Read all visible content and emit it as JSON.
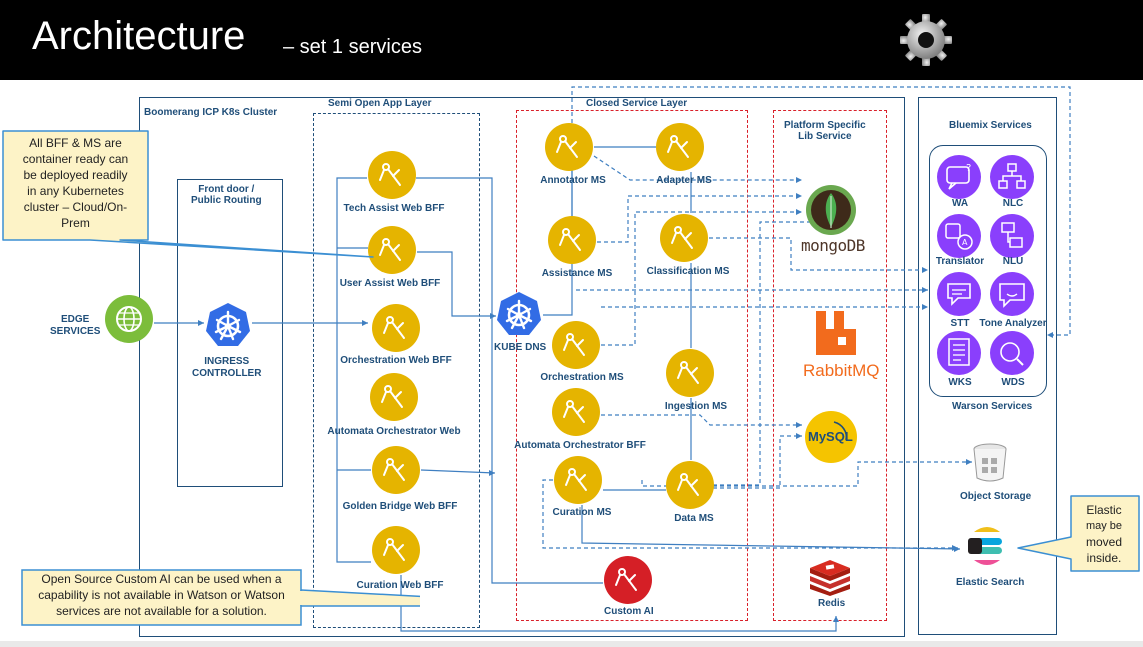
{
  "title": {
    "main": "Architecture",
    "sub": "– set 1 services"
  },
  "header_icon": "gear-icon",
  "colors": {
    "node": "#e5b400",
    "custom_ai": "#d51f26",
    "k8s": "#326ce5",
    "label": "#1f4e79",
    "callout_fill": "#fdf3c7",
    "callout_border": "#3b8fd3",
    "dashed_red": "#d9202a",
    "dashed_blue": "#1f4e79",
    "line": "#3f7fc1"
  },
  "containers": {
    "cluster": "Boomerang ICP K8s Cluster",
    "semi_open": "Semi Open App Layer",
    "closed": "Closed Service Layer",
    "platform": "Platform Specific\nLib Service",
    "front_door": "Front door /\nPublic Routing",
    "bluemix": "Bluemix Services",
    "watson": "Warson Services"
  },
  "edge": {
    "label": "EDGE\nSERVICES",
    "icon": "globe-icon"
  },
  "ingress": {
    "label": "INGRESS\nCONTROLLER",
    "icon": "kubernetes-icon"
  },
  "kube_dns": {
    "label": "KUBE DNS",
    "icon": "kubernetes-icon"
  },
  "bffs": [
    {
      "label": "Tech Assist  Web BFF"
    },
    {
      "label": "User Assist  Web BFF"
    },
    {
      "label": "Orchestration Web BFF"
    },
    {
      "label": "Automata Orchestrator Web"
    },
    {
      "label": "Golden Bridge Web BFF"
    },
    {
      "label": "Curation Web BFF"
    }
  ],
  "microservices": [
    {
      "label": "Annotator MS"
    },
    {
      "label": "Adapter MS"
    },
    {
      "label": "Assistance MS"
    },
    {
      "label": "Classification MS"
    },
    {
      "label": "Orchestration MS"
    },
    {
      "label": "Ingestion MS"
    },
    {
      "label": "Automata Orchestrator BFF"
    },
    {
      "label": "Curation MS"
    },
    {
      "label": "Data MS"
    }
  ],
  "custom_ai": {
    "label": "Custom AI"
  },
  "platform_libs": [
    {
      "label": "mongoDB",
      "icon": "mongodb-leaf-icon"
    },
    {
      "label": "RabbitMQ",
      "icon": "rabbitmq-icon"
    },
    {
      "label": "MySQL",
      "icon": "mysql-icon"
    },
    {
      "label": "Redis",
      "icon": "redis-icon"
    }
  ],
  "watson_services": [
    {
      "label": "WA",
      "icon": "chat-question-icon"
    },
    {
      "label": "NLC",
      "icon": "hierarchy-icon"
    },
    {
      "label": "Translator",
      "icon": "translate-icon"
    },
    {
      "label": "NLU",
      "icon": "document-flow-icon"
    },
    {
      "label": "STT",
      "icon": "speech-bubble-icon"
    },
    {
      "label": "Tone Analyzer",
      "icon": "tone-face-icon"
    },
    {
      "label": "WKS",
      "icon": "doc-list-icon"
    },
    {
      "label": "WDS",
      "icon": "discovery-icon"
    }
  ],
  "object_storage": {
    "label": "Object Storage",
    "icon": "bucket-icon"
  },
  "elastic": {
    "label": "Elastic Search",
    "icon": "elastic-icon"
  },
  "callouts": {
    "bff": "All BFF & MS are\ncontainer ready can\nbe deployed readily\nin any Kubernetes\ncluster – Cloud/On-\nPrem",
    "custom_ai": "Open Source Custom AI can be used when a\ncapability is not available in Watson or Watson\nservices are not available for a solution.",
    "elastic_1": "Elastic",
    "elastic_2": "may be",
    "elastic_3": "moved",
    "elastic_4": "inside."
  }
}
